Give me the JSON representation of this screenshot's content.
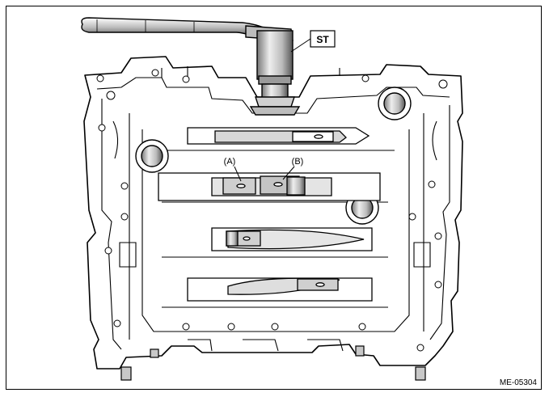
{
  "callouts": {
    "st": "ST",
    "a": "(A)",
    "b": "(B)"
  },
  "figure_code": "ME-05304",
  "colors": {
    "ink": "#000000",
    "paper": "#ffffff",
    "shade": "#9a9a9a",
    "light": "#d8d8d8"
  }
}
